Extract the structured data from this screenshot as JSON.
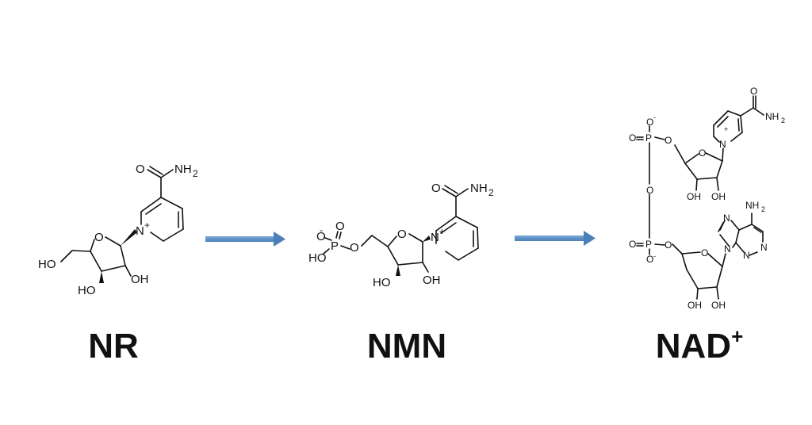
{
  "molecules": [
    {
      "label": "NR"
    },
    {
      "label": "NMN"
    },
    {
      "label": "NAD",
      "superscript": "+"
    }
  ],
  "atoms": {
    "oxygen": "O",
    "nitrogen": "N",
    "cation_mark": "+",
    "anion_mark": "-",
    "amide_n": "NH",
    "amide_sub": "2",
    "amino_n": "NH",
    "amino_sub": "2",
    "hydroxyl": "OH",
    "hydroxyl_left": "HO",
    "phosphorus": "P",
    "phosphoryl": "O=P"
  },
  "colors": {
    "arrow": "#5b8fc7",
    "ink": "#111111"
  }
}
